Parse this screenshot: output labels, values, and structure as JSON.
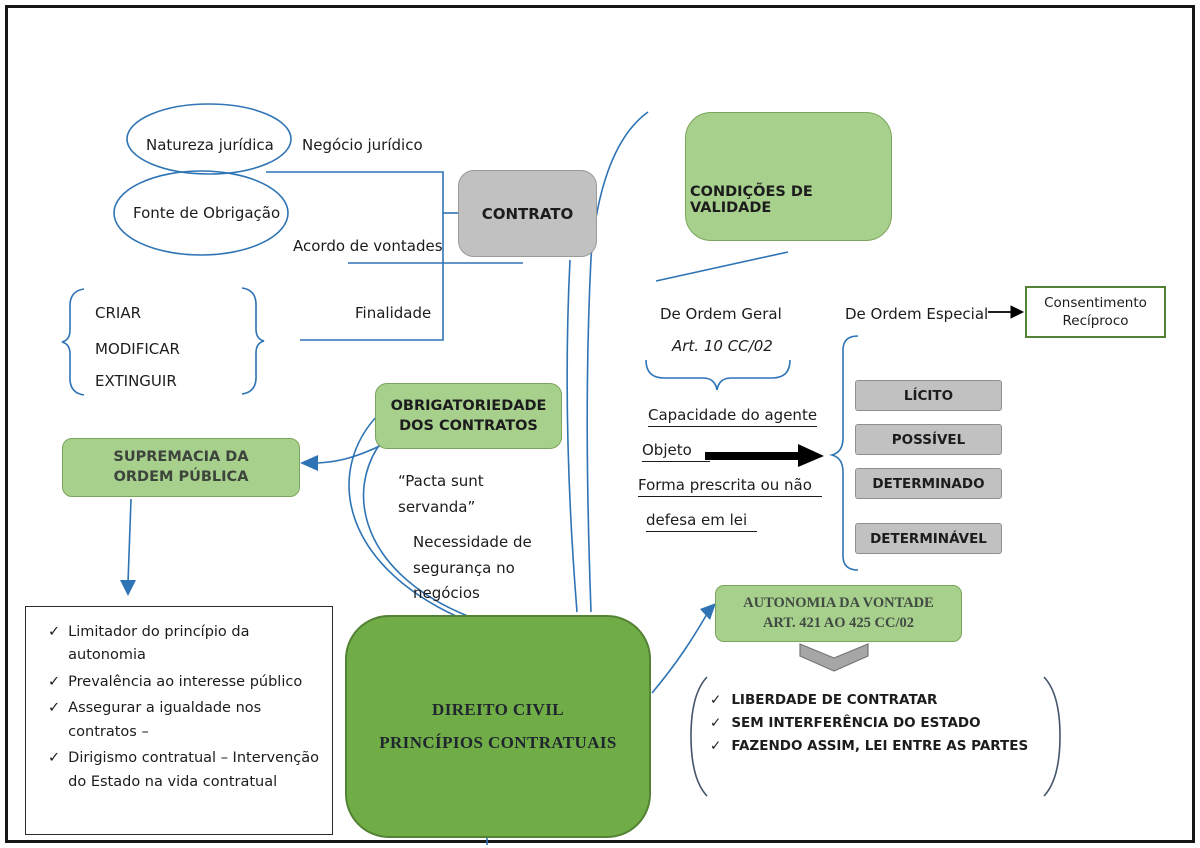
{
  "diagram": {
    "top_left": {
      "natureza_juridica": "Natureza jurídica",
      "negocio_juridico": "Negócio jurídico",
      "fonte_de_obrigacao": "Fonte de Obrigação",
      "acordo_de_vontades": "Acordo de vontades",
      "finalidade": "Finalidade",
      "verbos": [
        "CRIAR",
        "MODIFICAR",
        "EXTINGUIR"
      ]
    },
    "contrato": "CONTRATO",
    "condicoes_validade": "CONDIÇÕES DE VALIDADE",
    "ordem_geral": {
      "titulo": "De Ordem Geral",
      "artigo": "Art. 10 CC/02",
      "requisitos": [
        "Capacidade do agente",
        "Objeto",
        "Forma prescrita ou não",
        "defesa em lei"
      ]
    },
    "ordem_especial": {
      "titulo": "De Ordem Especial",
      "consentimento": "Consentimento Recíproco"
    },
    "objeto_atributos": [
      "LÍCITO",
      "POSSÍVEL",
      "DETERMINADO",
      "DETERMINÁVEL"
    ],
    "supremacia": {
      "titulo": "SUPREMACIA DA ORDEM PÚBLICA",
      "itens": [
        "Limitador do princípio da autonomia",
        "Prevalência ao interesse público",
        "Assegurar a igualdade nos contratos –",
        "Dirigismo contratual – Intervenção do Estado na vida contratual"
      ]
    },
    "obrigatoriedade": {
      "titulo": "OBRIGATORIEDADE DOS CONTRATOS",
      "citacao": "“Pacta sunt servanda”",
      "nota": "Necessidade de segurança no negócios"
    },
    "direito_civil": {
      "linha1": "DIREITO CIVIL",
      "linha2": "PRINCÍPIOS CONTRATUAIS"
    },
    "autonomia": {
      "linha1": "AUTONOMIA DA VONTADE",
      "linha2": "ART. 421 AO 425 CC/02",
      "itens": [
        "LIBERDADE DE CONTRATAR",
        "SEM INTERFERÊNCIA DO ESTADO",
        "FAZENDO ASSIM, LEI ENTRE AS PARTES"
      ]
    }
  },
  "icons": {
    "check": "✓"
  },
  "colors": {
    "light_green": "#a8d08d",
    "dark_green": "#70ad47",
    "green_border": "#538135",
    "box_gray": "#c1c1c1",
    "line_blue": "#2e74b5"
  }
}
